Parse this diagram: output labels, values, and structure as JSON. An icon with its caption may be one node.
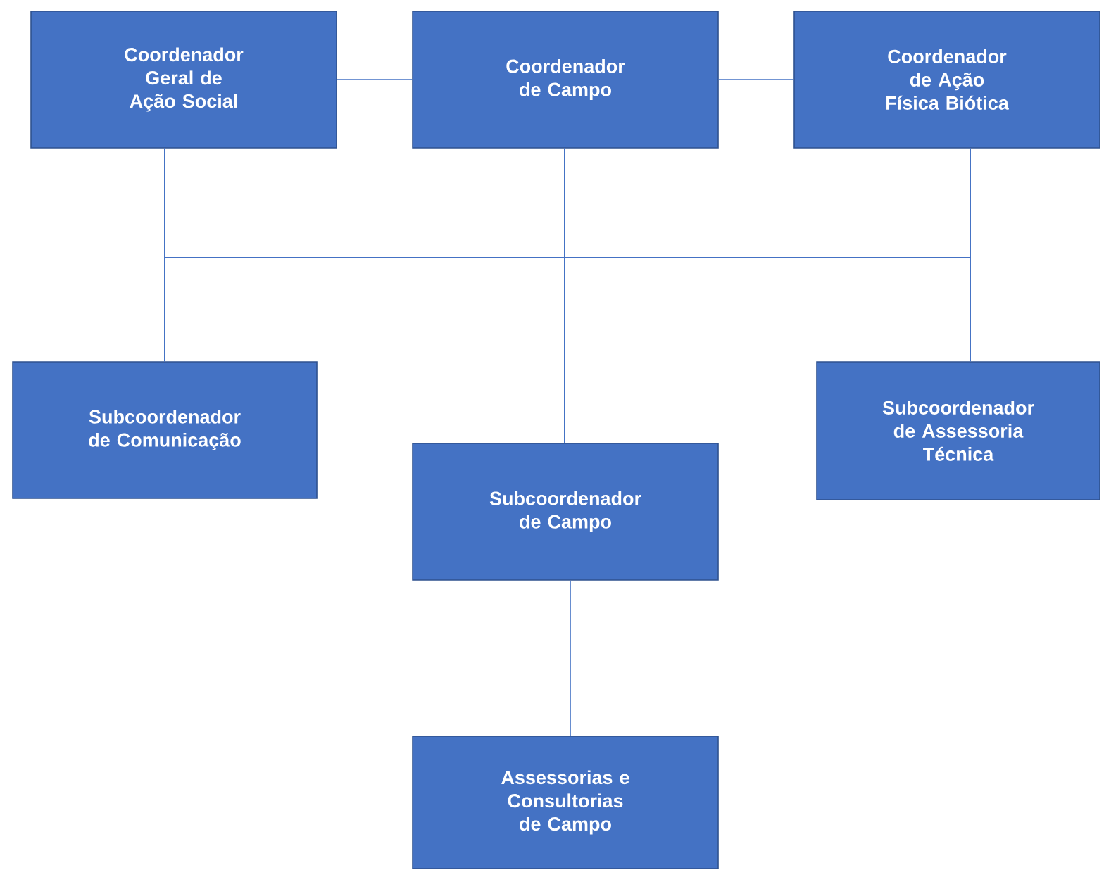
{
  "diagram": {
    "nodes": [
      {
        "text": [
          "Coordenador Geral de Ação Social"
        ]
      },
      {
        "text": [
          "Coordenador de Campo"
        ]
      },
      {
        "text": [
          "Coordenador de Ação Física Biótica"
        ]
      },
      {
        "text": [
          "Subcoordenador de Comunicação"
        ]
      },
      {
        "text": [
          "Subcoordenador de Campo"
        ]
      },
      {
        "text": [
          "Subcoordenador de Assessoria Técnica"
        ]
      },
      {
        "text": [
          "Assessorias e Consultorias de Campo"
        ]
      }
    ],
    "edges": [
      {
        "from": 0,
        "to": 1,
        "arrow": "none"
      },
      {
        "from": 1,
        "to": 2,
        "arrow": "none"
      },
      {
        "from": 0,
        "to": 3,
        "arrow": "none"
      },
      {
        "from": 0,
        "to": 4,
        "arrow": "none"
      },
      {
        "from": 0,
        "to": 5,
        "arrow": "none"
      },
      {
        "from": 1,
        "to": 3,
        "arrow": "none"
      },
      {
        "from": 1,
        "to": 4,
        "arrow": "none"
      },
      {
        "from": 1,
        "to": 5,
        "arrow": "none"
      },
      {
        "from": 2,
        "to": 3,
        "arrow": "none"
      },
      {
        "from": 2,
        "to": 4,
        "arrow": "none"
      },
      {
        "from": 2,
        "to": 5,
        "arrow": "none"
      },
      {
        "from": 4,
        "to": 6,
        "arrow": "none"
      }
    ]
  }
}
